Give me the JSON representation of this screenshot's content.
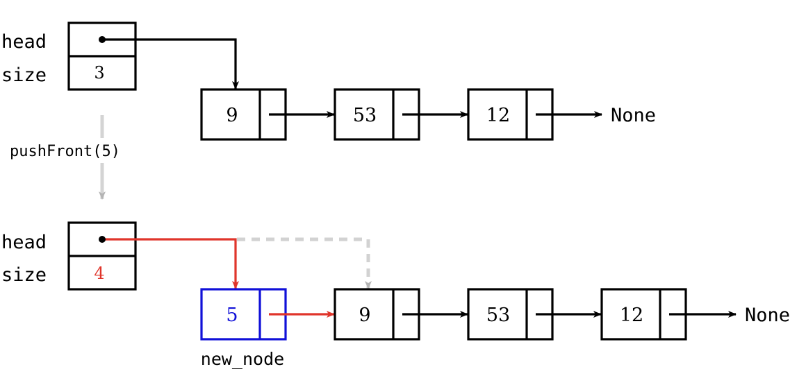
{
  "colors": {
    "black": "#000000",
    "red": "#e0352b",
    "blue": "#1010d8",
    "gray": "#c8c8c8"
  },
  "before": {
    "head_label": "head",
    "size_label": "size",
    "size_value": "3",
    "nodes": [
      "9",
      "53",
      "12"
    ],
    "terminal": "None"
  },
  "operation": {
    "label": "pushFront(5)"
  },
  "after": {
    "head_label": "head",
    "size_label": "size",
    "size_value": "4",
    "new_node_value": "5",
    "new_node_caption": "new_node",
    "nodes": [
      "9",
      "53",
      "12"
    ],
    "terminal": "None"
  }
}
